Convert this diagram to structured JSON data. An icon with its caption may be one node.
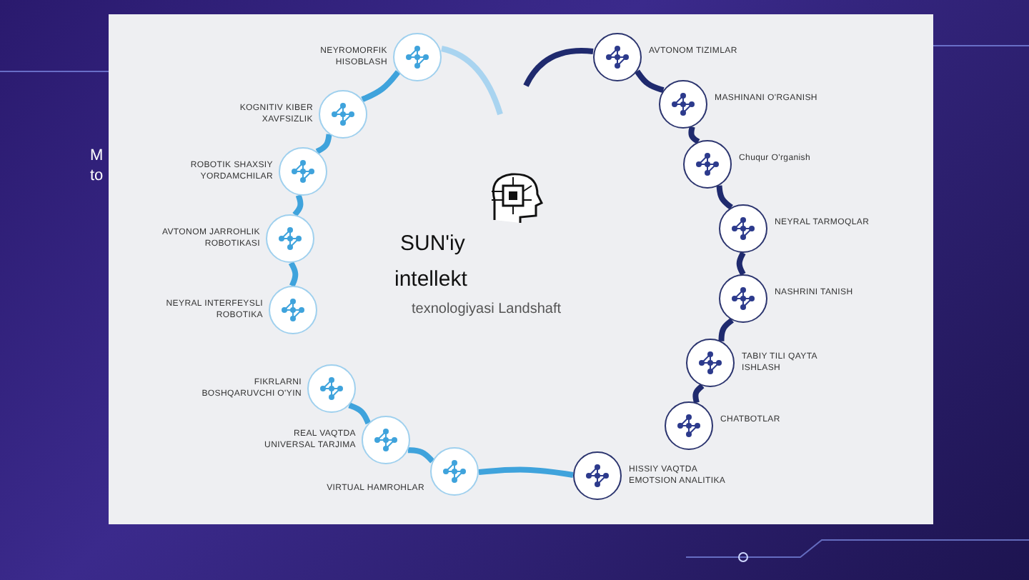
{
  "diagram": {
    "nodes": [
      {
        "text": [],
        "shape": "circle",
        "beside": [
          "NEYROMORFIK HISOBLASH"
        ]
      },
      {
        "text": [],
        "shape": "circle",
        "beside": [
          "KOGNITIV KIBER XAVFSIZLIK"
        ]
      },
      {
        "text": [],
        "shape": "circle",
        "beside": [
          "ROBOTIK SHAXSIY YORDAMCHILAR"
        ]
      },
      {
        "text": [],
        "shape": "circle",
        "beside": [
          "AVTONOM JARROHLIK ROBOTIKASI"
        ]
      },
      {
        "text": [],
        "shape": "circle",
        "beside": [
          "NEYRAL INTERFEYSLI ROBOTIKA"
        ]
      },
      {
        "text": [],
        "shape": "circle",
        "beside": [
          "FIKRLARNI BOSHQARUVCHI O'YIN"
        ]
      },
      {
        "text": [],
        "shape": "circle",
        "beside": [
          "REAL VAQTDA UNIVERSAL TARJIMA"
        ]
      },
      {
        "text": [],
        "shape": "circle",
        "beside": [
          "VIRTUAL HAMROHLAR"
        ]
      },
      {
        "text": [],
        "shape": "circle",
        "beside": [
          "HISSIY VAQTDA EMOTSION ANALITIKA"
        ]
      },
      {
        "text": [],
        "shape": "circle",
        "beside": [
          "CHATBOTLAR"
        ]
      },
      {
        "text": [],
        "shape": "circle",
        "beside": [
          "TABIY TILI QAYTA ISHLASH"
        ]
      },
      {
        "text": [],
        "shape": "circle",
        "beside": [
          "NASHRINI TANISH"
        ]
      },
      {
        "text": [],
        "shape": "circle",
        "beside": [
          "NEYRAL TARMOQLAR"
        ]
      },
      {
        "text": [],
        "shape": "circle",
        "beside": [
          "Chuqur O'rganish"
        ]
      },
      {
        "text": [],
        "shape": "circle",
        "beside": [
          "MASHINANI O'RGANISH"
        ]
      },
      {
        "text": [],
        "shape": "circle",
        "beside": [
          "AVTONOM TIZIMLAR"
        ]
      }
    ],
    "edges": [
      {
        "from": 0,
        "to": 1,
        "arrow": "none"
      },
      {
        "from": 1,
        "to": 2,
        "arrow": "none"
      },
      {
        "from": 2,
        "to": 3,
        "arrow": "none"
      },
      {
        "from": 3,
        "to": 4,
        "arrow": "none"
      },
      {
        "from": 5,
        "to": 6,
        "arrow": "none"
      },
      {
        "from": 6,
        "to": 7,
        "arrow": "none"
      },
      {
        "from": 7,
        "to": 8,
        "arrow": "none"
      },
      {
        "from": 9,
        "to": 10,
        "arrow": "none",
        "color": "#1f2a6e"
      },
      {
        "from": 10,
        "to": 11,
        "arrow": "none",
        "color": "#1f2a6e"
      },
      {
        "from": 11,
        "to": 12,
        "arrow": "none",
        "color": "#1f2a6e"
      },
      {
        "from": 12,
        "to": 13,
        "arrow": "none",
        "color": "#1f2a6e"
      },
      {
        "from": 13,
        "to": 14,
        "arrow": "none",
        "color": "#1f2a6e"
      },
      {
        "from": 14,
        "to": 15,
        "arrow": "none",
        "color": "#1f2a6e"
      }
    ],
    "labels": [
      "M",
      "to",
      "SUN'iy",
      "intellekt",
      "texnologiyasi Landshaft"
    ]
  }
}
